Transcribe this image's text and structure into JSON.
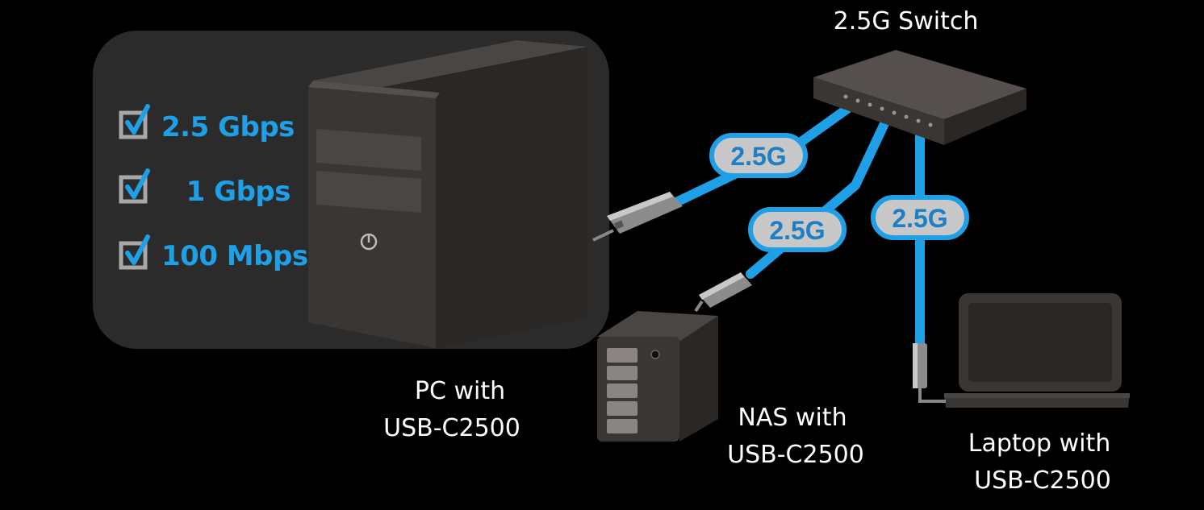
{
  "switch": {
    "title": "2.5G Switch"
  },
  "speeds": [
    {
      "label": "2.5  Gbps",
      "checked": true
    },
    {
      "label": "1  Gbps",
      "checked": true
    },
    {
      "label": "100 Mbps",
      "checked": true
    }
  ],
  "links": [
    {
      "label": "2.5G"
    },
    {
      "label": "2.5G"
    },
    {
      "label": "2.5G"
    }
  ],
  "devices": {
    "pc": {
      "line1": "PC with",
      "line2": "USB-C2500"
    },
    "nas": {
      "line1": "NAS with",
      "line2": "USB-C2500"
    },
    "laptop": {
      "line1": "Laptop with",
      "line2": "USB-C2500"
    }
  },
  "colors": {
    "cable": "#1fa0e6",
    "badge_fill": "#c8c8c8",
    "badge_text": "#1f7fc4",
    "device": "#3a3634",
    "panel": "#2b2b2b"
  },
  "icons": [
    "checkbox-checked-icon",
    "power-icon",
    "usb-adapter-icon"
  ]
}
